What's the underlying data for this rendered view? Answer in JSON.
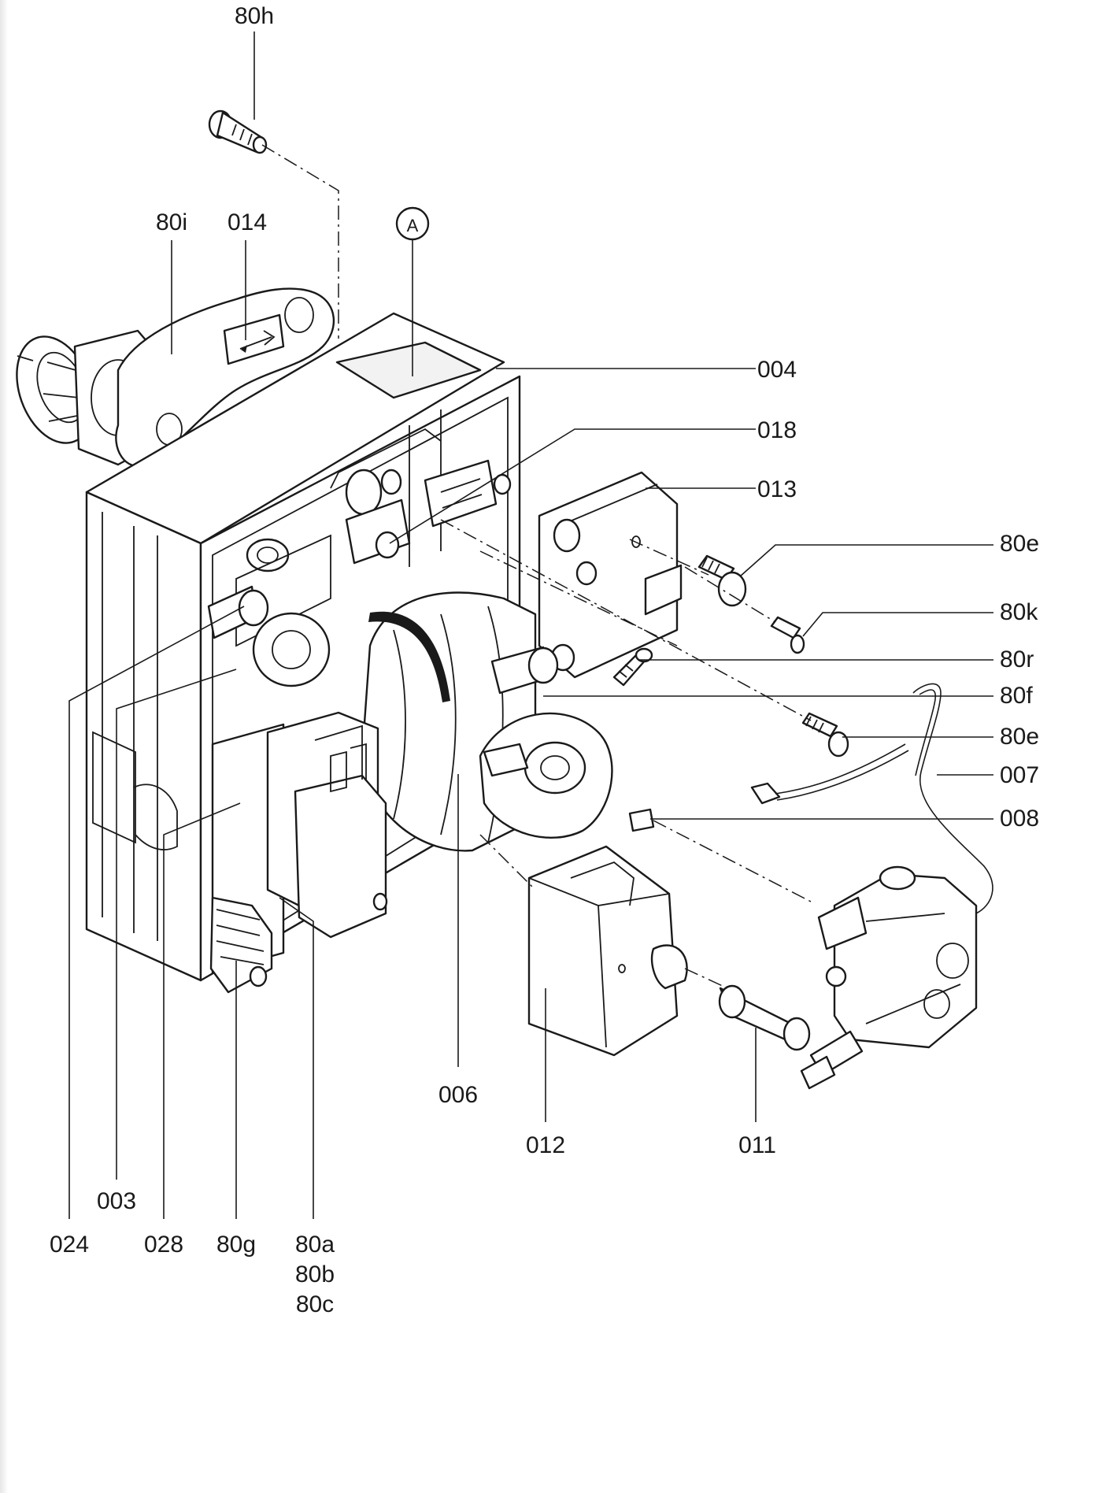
{
  "diagram": {
    "part_labels": {
      "p80h": "80h",
      "p80i": "80i",
      "p014": "014",
      "refA": "A",
      "p004": "004",
      "p018": "018",
      "p013": "013",
      "p80e_top": "80e",
      "p80k": "80k",
      "p80r": "80r",
      "p80f": "80f",
      "p80e_bottom": "80e",
      "p007": "007",
      "p008": "008",
      "p006": "006",
      "p012": "012",
      "p011": "011",
      "p003": "003",
      "p024": "024",
      "p028": "028",
      "p80g": "80g",
      "p80a": "80a",
      "p80b": "80b",
      "p80c": "80c"
    }
  }
}
